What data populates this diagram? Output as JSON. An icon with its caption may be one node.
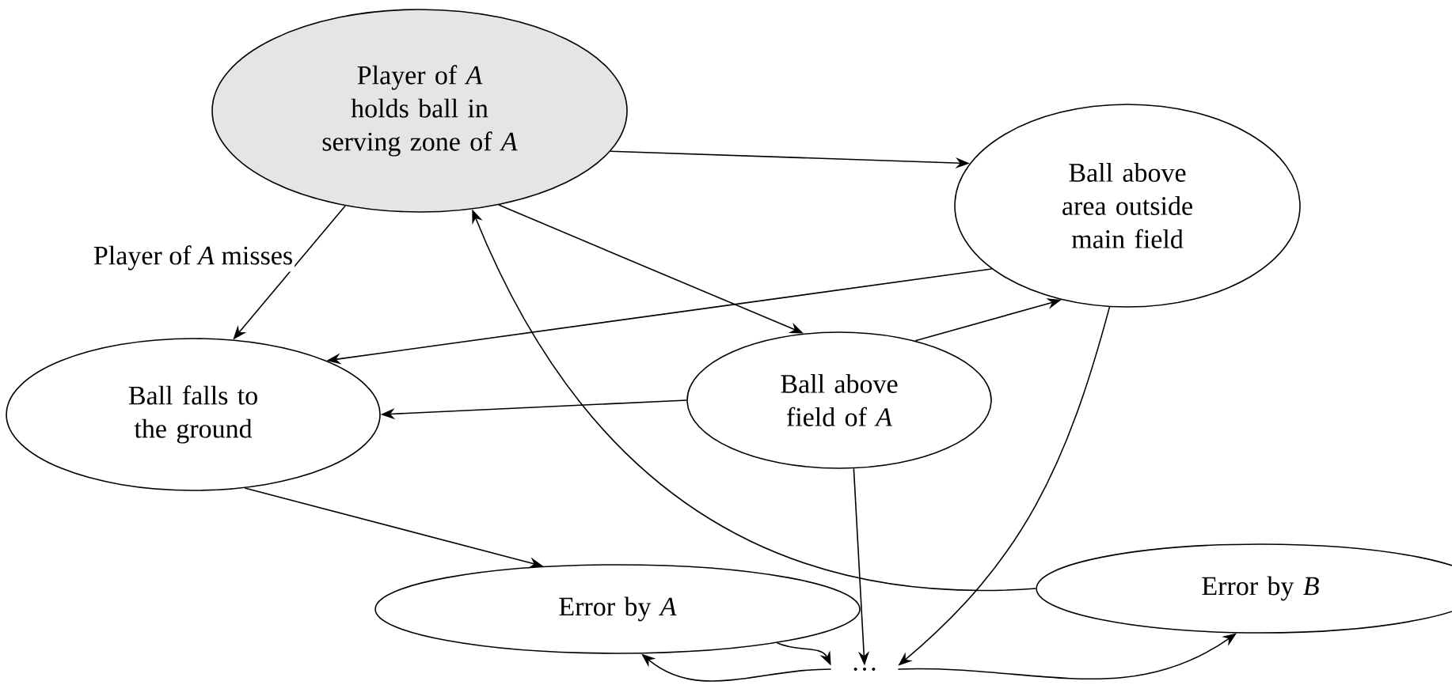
{
  "diagram": {
    "nodes": [
      {
        "text": [
          "Player of *A* holds ball in serving zone of *A*"
        ]
      },
      {
        "text": [
          "Ball above area outside main field"
        ]
      },
      {
        "text": [
          "Ball falls to the ground"
        ]
      },
      {
        "text": [
          "Ball above field of *A*"
        ]
      },
      {
        "text": [
          "Error by *A*"
        ]
      },
      {
        "text": [
          "Error by *B*"
        ]
      },
      {
        "text": [
          "…"
        ]
      }
    ],
    "edges": [
      {
        "from": 0,
        "to": 1,
        "arrow": "to"
      },
      {
        "from": 0,
        "to": 2,
        "arrow": "to",
        "label": "Player of *A* misses"
      },
      {
        "from": 0,
        "to": 3,
        "arrow": "to"
      },
      {
        "from": 1,
        "to": 2,
        "arrow": "to"
      },
      {
        "from": 3,
        "to": 1,
        "arrow": "to"
      },
      {
        "from": 3,
        "to": 2,
        "arrow": "to"
      },
      {
        "from": 2,
        "to": 4,
        "arrow": "to"
      },
      {
        "from": 3,
        "to": 6,
        "arrow": "to"
      },
      {
        "from": 1,
        "to": 6,
        "arrow": "to"
      },
      {
        "from": 4,
        "to": 6,
        "arrow": "to"
      },
      {
        "from": 6,
        "to": 4,
        "arrow": "to"
      },
      {
        "from": 6,
        "to": 5,
        "arrow": "to"
      },
      {
        "from": 5,
        "to": 0,
        "arrow": "to"
      }
    ]
  }
}
